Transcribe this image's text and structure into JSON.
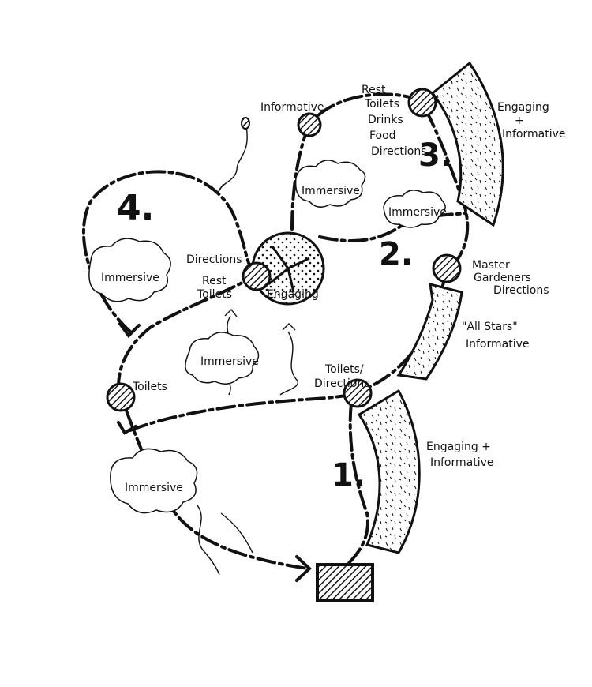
{
  "labels": {
    "informative_top": "Informative",
    "rest_stop": [
      "Rest",
      "Toilets",
      "Drinks",
      "Food",
      "Directions"
    ],
    "engaging_informative_top": [
      "Engaging",
      "+",
      "Informative"
    ],
    "immersive_top": "Immersive",
    "immersive_mid_right": "Immersive",
    "immersive_left": "Immersive",
    "immersive_center": "Immersive",
    "immersive_bottom": "Immersive",
    "directions_left": "Directions",
    "rest_toilets": [
      "Rest",
      "Toilets"
    ],
    "engaging_center": "Engaging",
    "master_gardeners": [
      "Master",
      "Gardeners",
      "Directions"
    ],
    "all_stars": [
      "\"All Stars\"",
      "Informative"
    ],
    "toilets_left": "Toilets",
    "toilets_directions": [
      "Toilets/",
      "Directions"
    ],
    "engaging_informative_bottom": [
      "Engaging +",
      "Informative"
    ]
  },
  "numbers": {
    "n1": "1.",
    "n2": "2.",
    "n3": "3.",
    "n4": "4."
  }
}
